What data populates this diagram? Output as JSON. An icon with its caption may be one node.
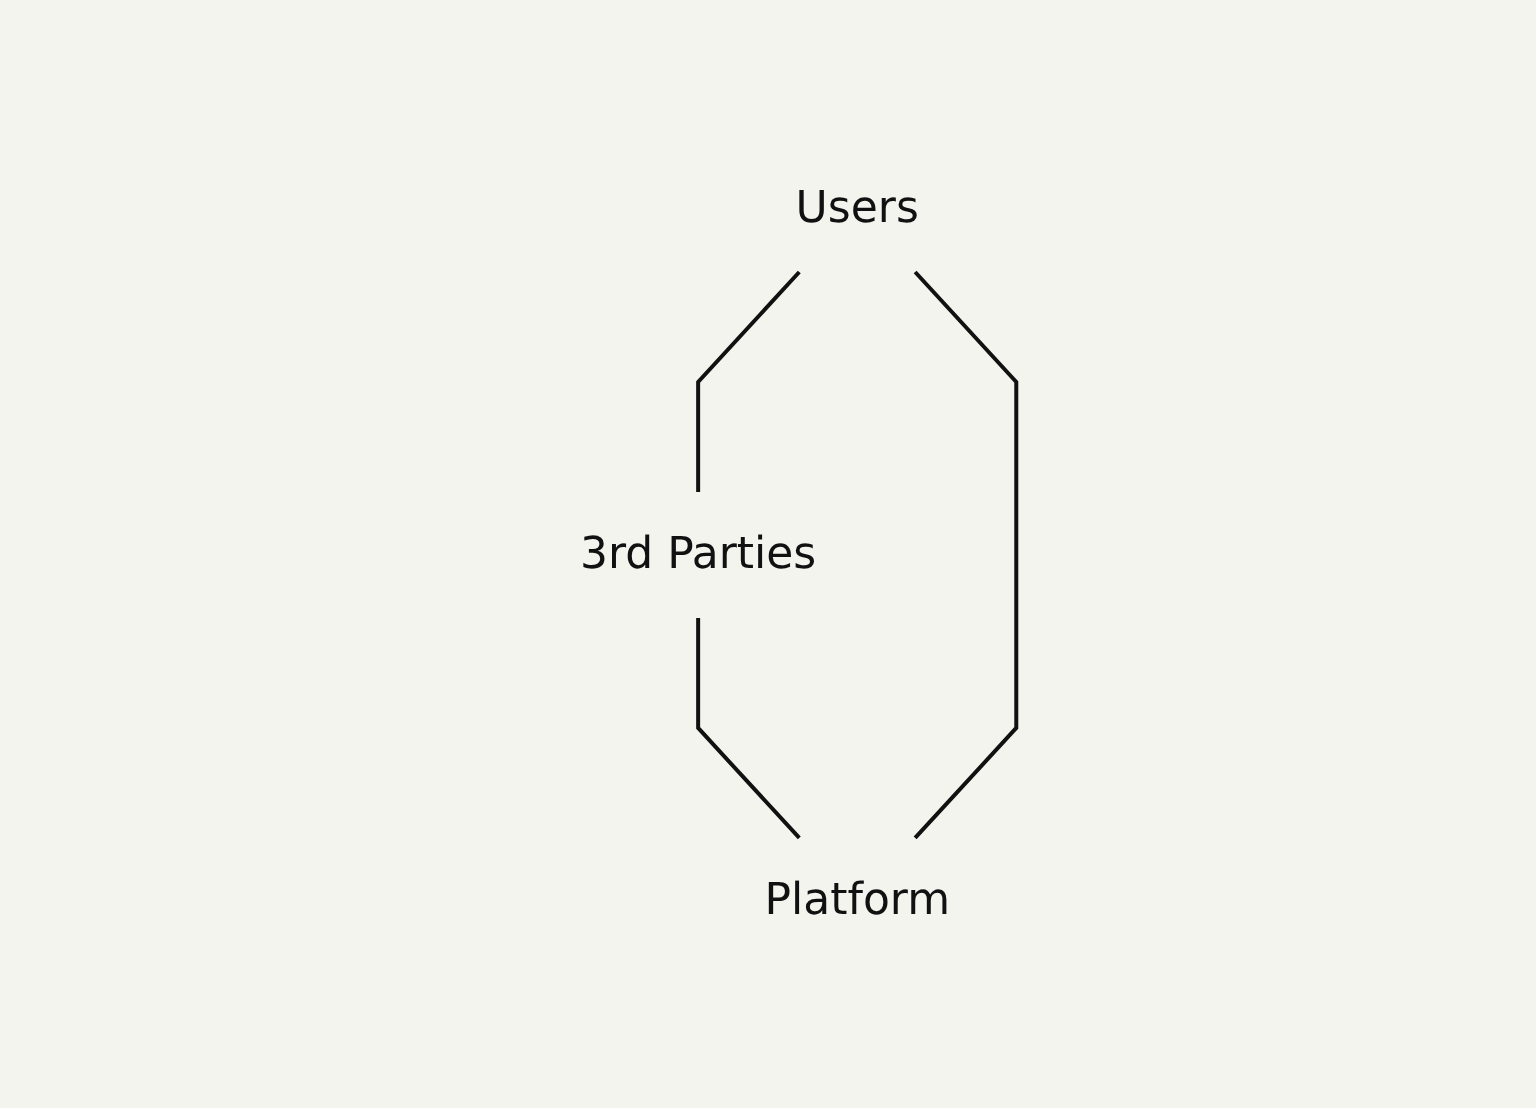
{
  "diagram": {
    "nodes": [
      {
        "text": [
          "Users"
        ]
      },
      {
        "text": [
          "3rd Parties"
        ]
      },
      {
        "text": [
          "Platform"
        ]
      }
    ],
    "edges": [
      {
        "from": 0,
        "to": 1,
        "arrow": "none"
      },
      {
        "from": 1,
        "to": 2,
        "arrow": "none"
      },
      {
        "from": 2,
        "to": 0,
        "arrow": "none"
      }
    ]
  }
}
